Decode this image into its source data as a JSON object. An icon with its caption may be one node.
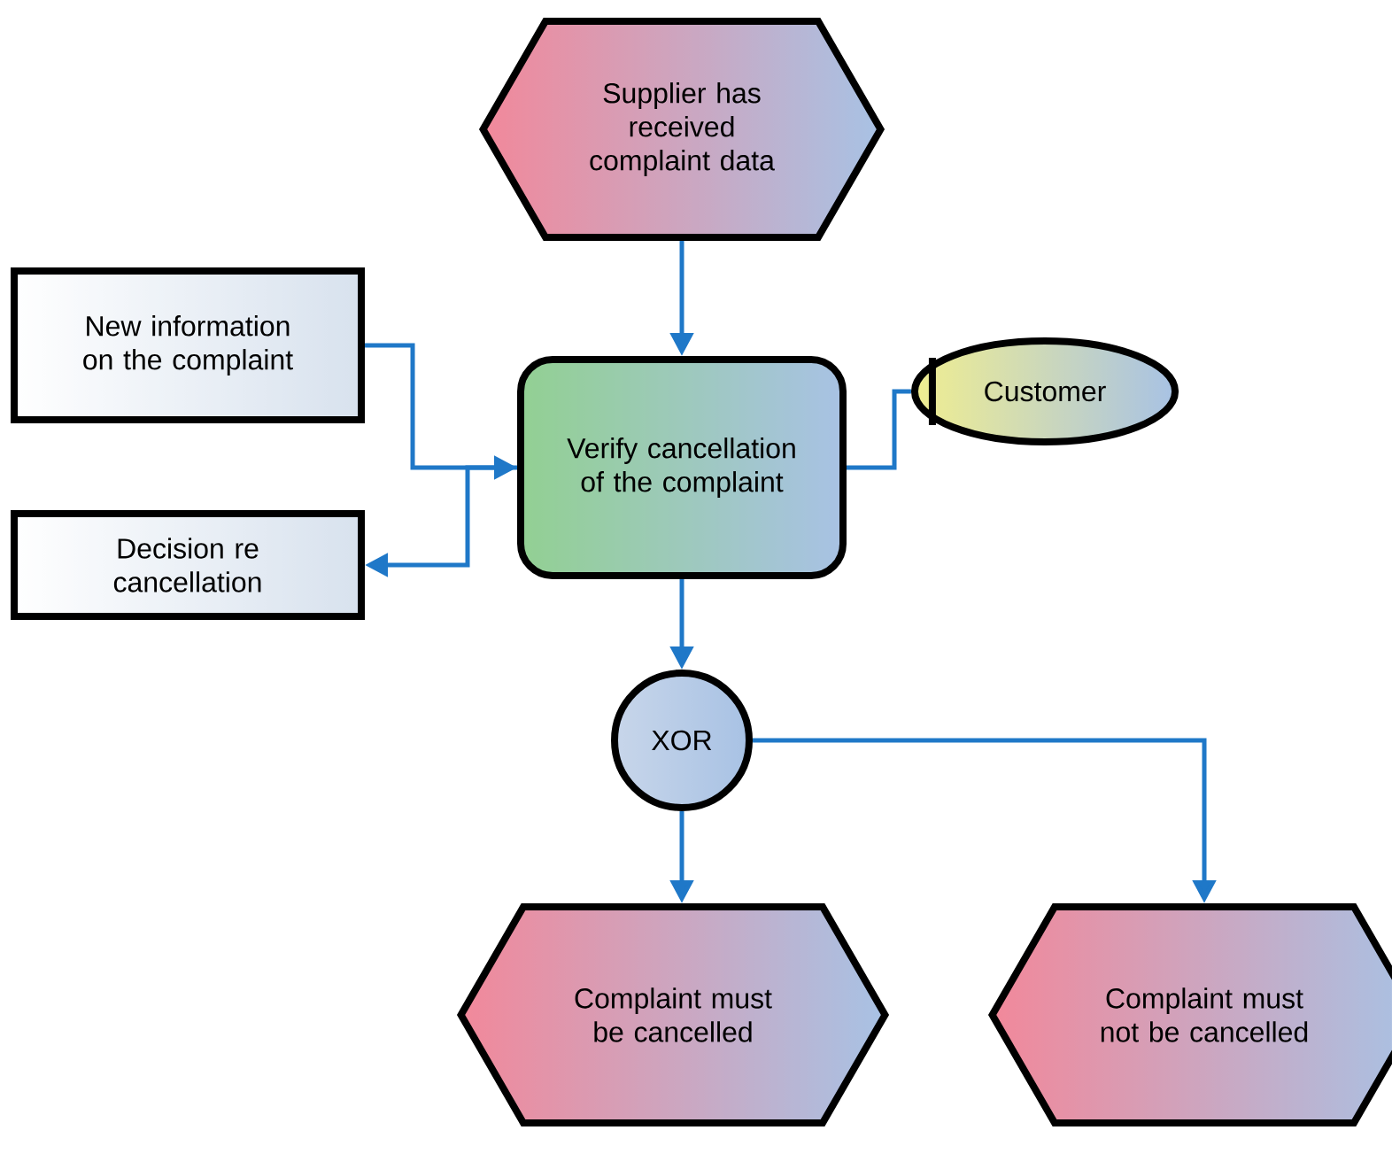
{
  "diagram": {
    "nodes": [
      {
        "text": [
          "Supplier has received complaint data"
        ]
      },
      {
        "text": [
          "New information on the complaint"
        ]
      },
      {
        "text": [
          "Verify cancellation of the complaint"
        ]
      },
      {
        "text": [
          "Customer"
        ]
      },
      {
        "text": [
          "Decision re cancellation"
        ]
      },
      {
        "text": [
          "XOR"
        ]
      },
      {
        "text": [
          "Complaint must be cancelled"
        ]
      },
      {
        "text": [
          "Complaint must not be cancelled"
        ]
      }
    ],
    "edges": [
      {
        "from": 0,
        "to": 2,
        "arrow": "to"
      },
      {
        "from": 1,
        "to": 2,
        "arrow": "to"
      },
      {
        "from": 2,
        "to": 4,
        "arrow": "to"
      },
      {
        "from": 2,
        "to": 3,
        "arrow": "none"
      },
      {
        "from": 2,
        "to": 5,
        "arrow": "to"
      },
      {
        "from": 5,
        "to": 6,
        "arrow": "to"
      },
      {
        "from": 5,
        "to": 7,
        "arrow": "to"
      }
    ]
  }
}
